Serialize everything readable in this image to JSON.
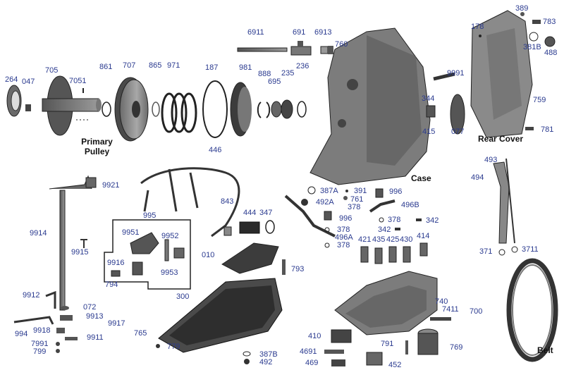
{
  "section_titles": {
    "primary_pulley": "Primary\nPulley",
    "case": "Case",
    "rear_cover": "Rear Cover",
    "belt": "Belt"
  },
  "callouts": {
    "c264": "264",
    "c047": "047",
    "c705": "705",
    "c7051": "7051",
    "c861": "861",
    "c707": "707",
    "c865": "865",
    "c971": "971",
    "c187": "187",
    "c981": "981",
    "c888": "888",
    "c695": "695",
    "c235": "235",
    "c236": "236",
    "c6911": "6911",
    "c691": "691",
    "c6913": "6913",
    "c760": "760",
    "c178": "178",
    "c389": "389",
    "c783": "783",
    "c381B": "381B",
    "c488": "488",
    "c9991": "9991",
    "c344": "344",
    "c415": "415",
    "c077": "077",
    "c759": "759",
    "c781": "781",
    "c446": "446",
    "c9921": "9921",
    "c843": "843",
    "c444": "444",
    "c347": "347",
    "c995": "995",
    "c9914": "9914",
    "c9915": "9915",
    "c9951": "9951",
    "c9952": "9952",
    "c9916": "9916",
    "c9953": "9953",
    "c794": "794",
    "c010": "010",
    "c793": "793",
    "c387A": "387A",
    "c391": "391",
    "c761": "761",
    "c996a": "996",
    "c492A": "492A",
    "c378a": "378",
    "c496B": "496B",
    "c996b": "996",
    "c378b": "378",
    "c342a": "342",
    "c378c": "378",
    "c496A": "496A",
    "c342b": "342",
    "c378d": "378",
    "c414": "414",
    "c421": "421",
    "c435": "435",
    "c425": "425",
    "c430": "430",
    "c493": "493",
    "c494": "494",
    "c371": "371",
    "c3711": "3711",
    "c9912": "9912",
    "c072": "072",
    "c9913": "9913",
    "c9917": "9917",
    "c994": "994",
    "c9918": "9918",
    "c9911": "9911",
    "c7991": "7991",
    "c799": "799",
    "c300": "300",
    "c765": "765",
    "c779": "779",
    "c387B": "387B",
    "c492": "492",
    "c740": "740",
    "c7411": "7411",
    "c410": "410",
    "c700": "700",
    "c791": "791",
    "c769": "769",
    "c4691": "4691",
    "c469": "469",
    "c452": "452"
  },
  "colors": {
    "label": "#2a3a8f",
    "part_dark": "#3a3a3a",
    "part_mid": "#7a7a7a",
    "part_light": "#b8b8b8",
    "line": "#222222"
  }
}
